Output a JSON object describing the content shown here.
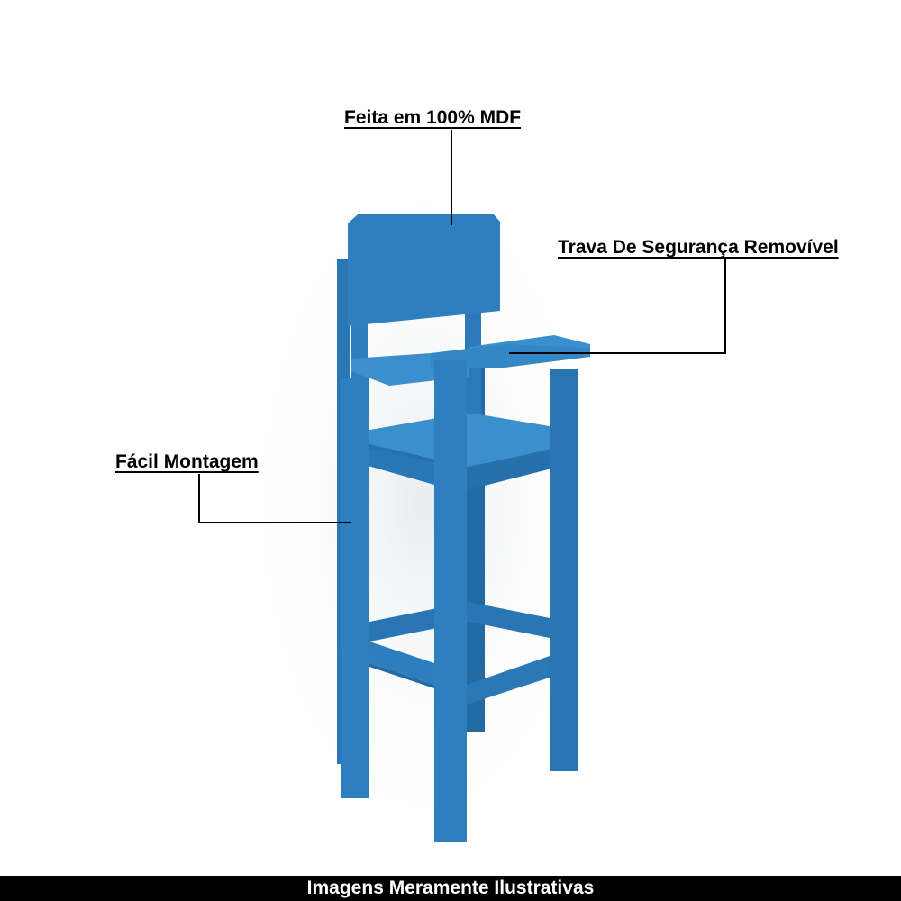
{
  "callouts": {
    "material": "Feita em 100% MDF",
    "safety_lock": "Trava De Segurança Removível",
    "assembly": "Fácil Montagem"
  },
  "footer": {
    "disclaimer": "Imagens Meramente Ilustrativas"
  },
  "colors": {
    "chair_main": "#2f7fbf",
    "chair_light": "#3a8fcc",
    "chair_dark": "#236aa3",
    "callout_line": "#000000",
    "footer_bg": "#000000",
    "footer_text": "#ffffff"
  }
}
